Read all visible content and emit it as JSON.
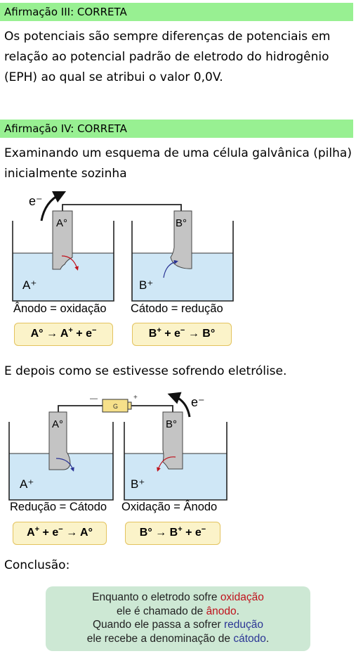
{
  "section3": {
    "header": "Afirmação III: CORRETA",
    "text": "Os potenciais são sempre diferenças de potenciais em relação ao potencial padrão de eletrodo do hidrogênio (EPH) ao qual se atribui o valor 0,0V."
  },
  "section4": {
    "header": "Afirmação IV: CORRETA",
    "text": "Examinando um esquema de uma célula galvânica (pilha) inicialmente sozinha"
  },
  "diagram1": {
    "electron_label": "e⁻",
    "left_electrode": "A°",
    "right_electrode": "B°",
    "left_ion": "A⁺",
    "right_ion": "B⁺",
    "left_caption": "Ânodo = oxidação",
    "right_caption": "Cátodo = redução",
    "left_equation": {
      "lhs": "A°",
      "arrow": "→",
      "p1": "A",
      "p1sup": "+",
      "plus": "+",
      "p2": "e",
      "p2sup": "−"
    },
    "right_equation": {
      "l1": "B",
      "l1sup": "+",
      "plus": "+",
      "l2": "e",
      "l2sup": "−",
      "arrow": "→",
      "rhs": "B°"
    }
  },
  "text_electrolysis": "E depois como se estivesse sofrendo eletrólise.",
  "diagram2": {
    "minus": "—",
    "plus": "+",
    "generator": "G",
    "electron_label": "e⁻",
    "left_electrode": "A°",
    "right_electrode": "B°",
    "left_ion": "A⁺",
    "right_ion": "B⁺",
    "left_caption": "Redução = Cátodo",
    "right_caption": "Oxidação = Ânodo",
    "left_equation": {
      "l1": "A",
      "l1sup": "+",
      "plus": "+",
      "l2": "e",
      "l2sup": "−",
      "arrow": "→",
      "rhs": "A°"
    },
    "right_equation": {
      "lhs": "B°",
      "arrow": "→",
      "p1": "B",
      "p1sup": "+",
      "plus": "+",
      "p2": "e",
      "p2sup": "−"
    }
  },
  "conclusion": {
    "label": "Conclusão:",
    "line1_a": "Enquanto o eletrodo sofre ",
    "line1_b": "oxidação",
    "line2_a": "ele é chamado de ",
    "line2_b": "ânodo",
    "line2_c": ".",
    "line3_a": "Quando ele passa a sofrer ",
    "line3_b": "redução",
    "line4_a": "ele recebe a denominação de ",
    "line4_b": "cátodo",
    "line4_c": "."
  },
  "colors": {
    "header_green": "#98f092",
    "solution_blue": "#cfe7f6",
    "electrode_gray": "#c4c4c4",
    "box_yellow": "#fbf3c9",
    "conclusion_green": "#cde8d4",
    "red": "#c0121c",
    "blue": "#2b3595"
  }
}
